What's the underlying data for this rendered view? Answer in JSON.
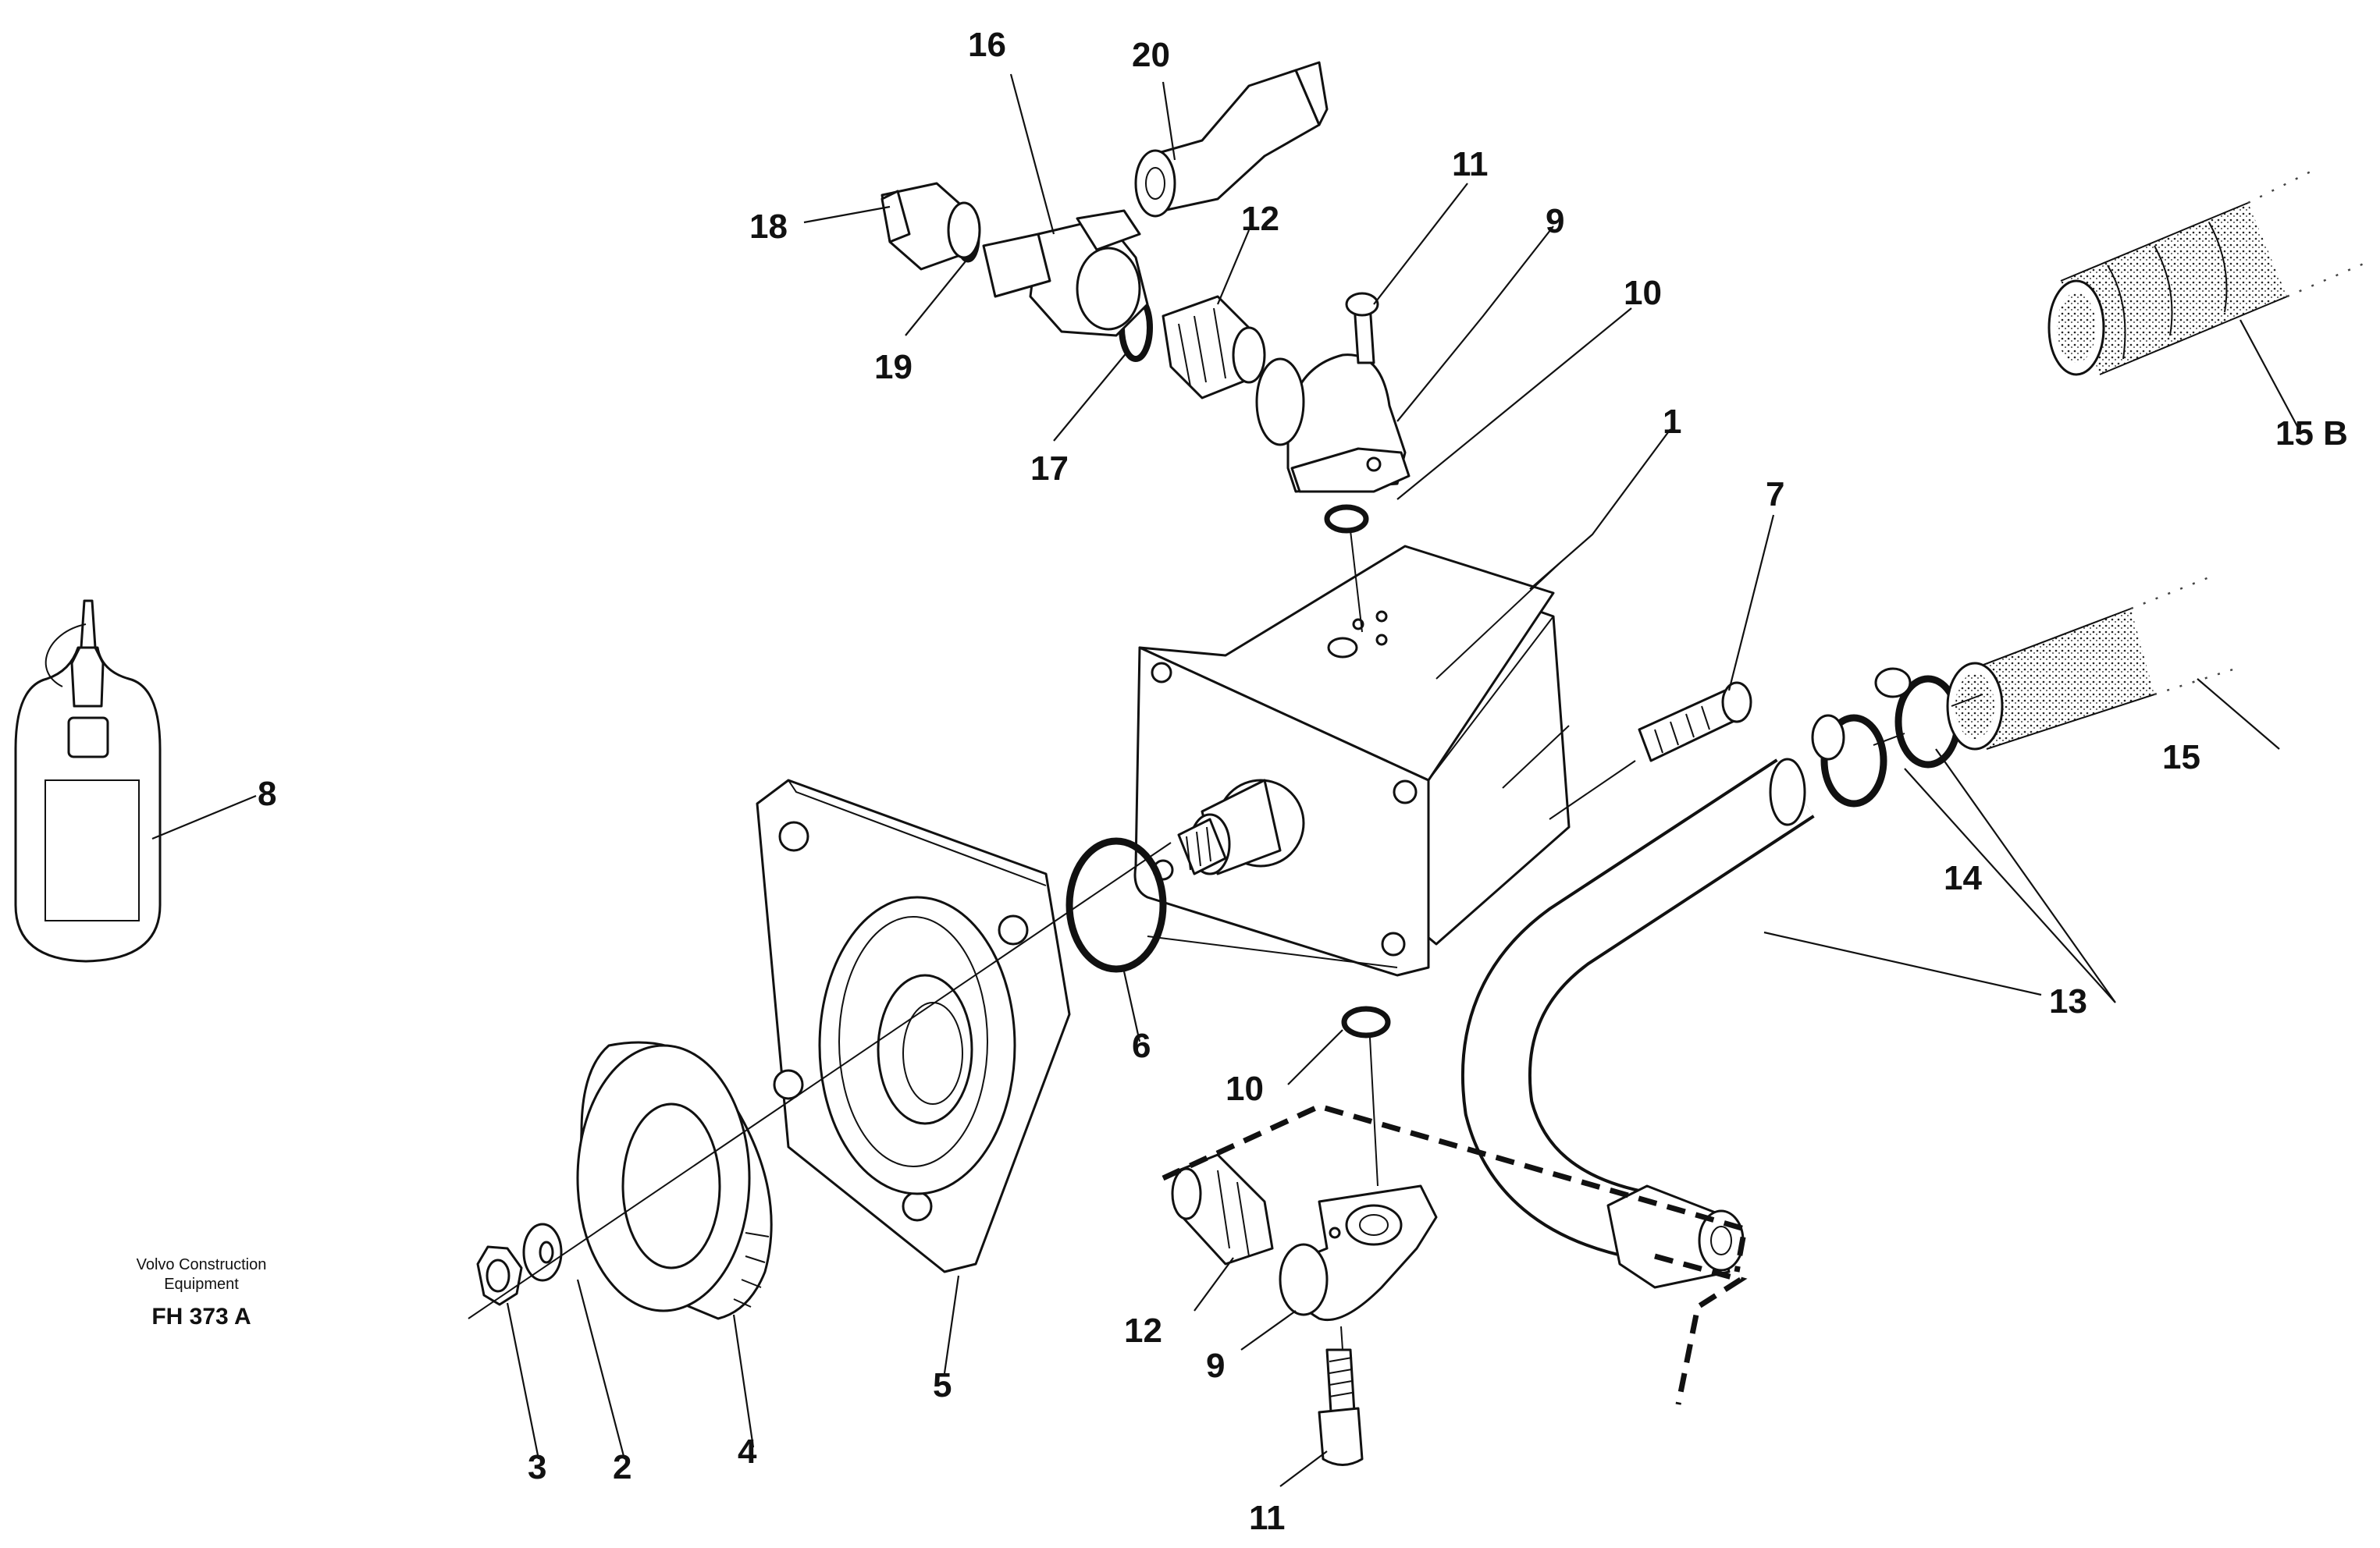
{
  "figure": {
    "company": "Volvo Construction",
    "company_line2": "Equipment",
    "figure_code": "FH 373 A"
  },
  "callouts": {
    "c1": "1",
    "c2": "2",
    "c3": "3",
    "c4": "4",
    "c5": "5",
    "c6": "6",
    "c7": "7",
    "c8": "8",
    "c9_top": "9",
    "c9_bottom": "9",
    "c10_top": "10",
    "c10_bottom": "10",
    "c11_top": "11",
    "c11_bottom": "11",
    "c12_top": "12",
    "c12_bottom": "12",
    "c13": "13",
    "c14": "14",
    "c15": "15",
    "c15b": "15 B",
    "c16": "16",
    "c17": "17",
    "c18": "18",
    "c19": "19",
    "c20": "20"
  }
}
